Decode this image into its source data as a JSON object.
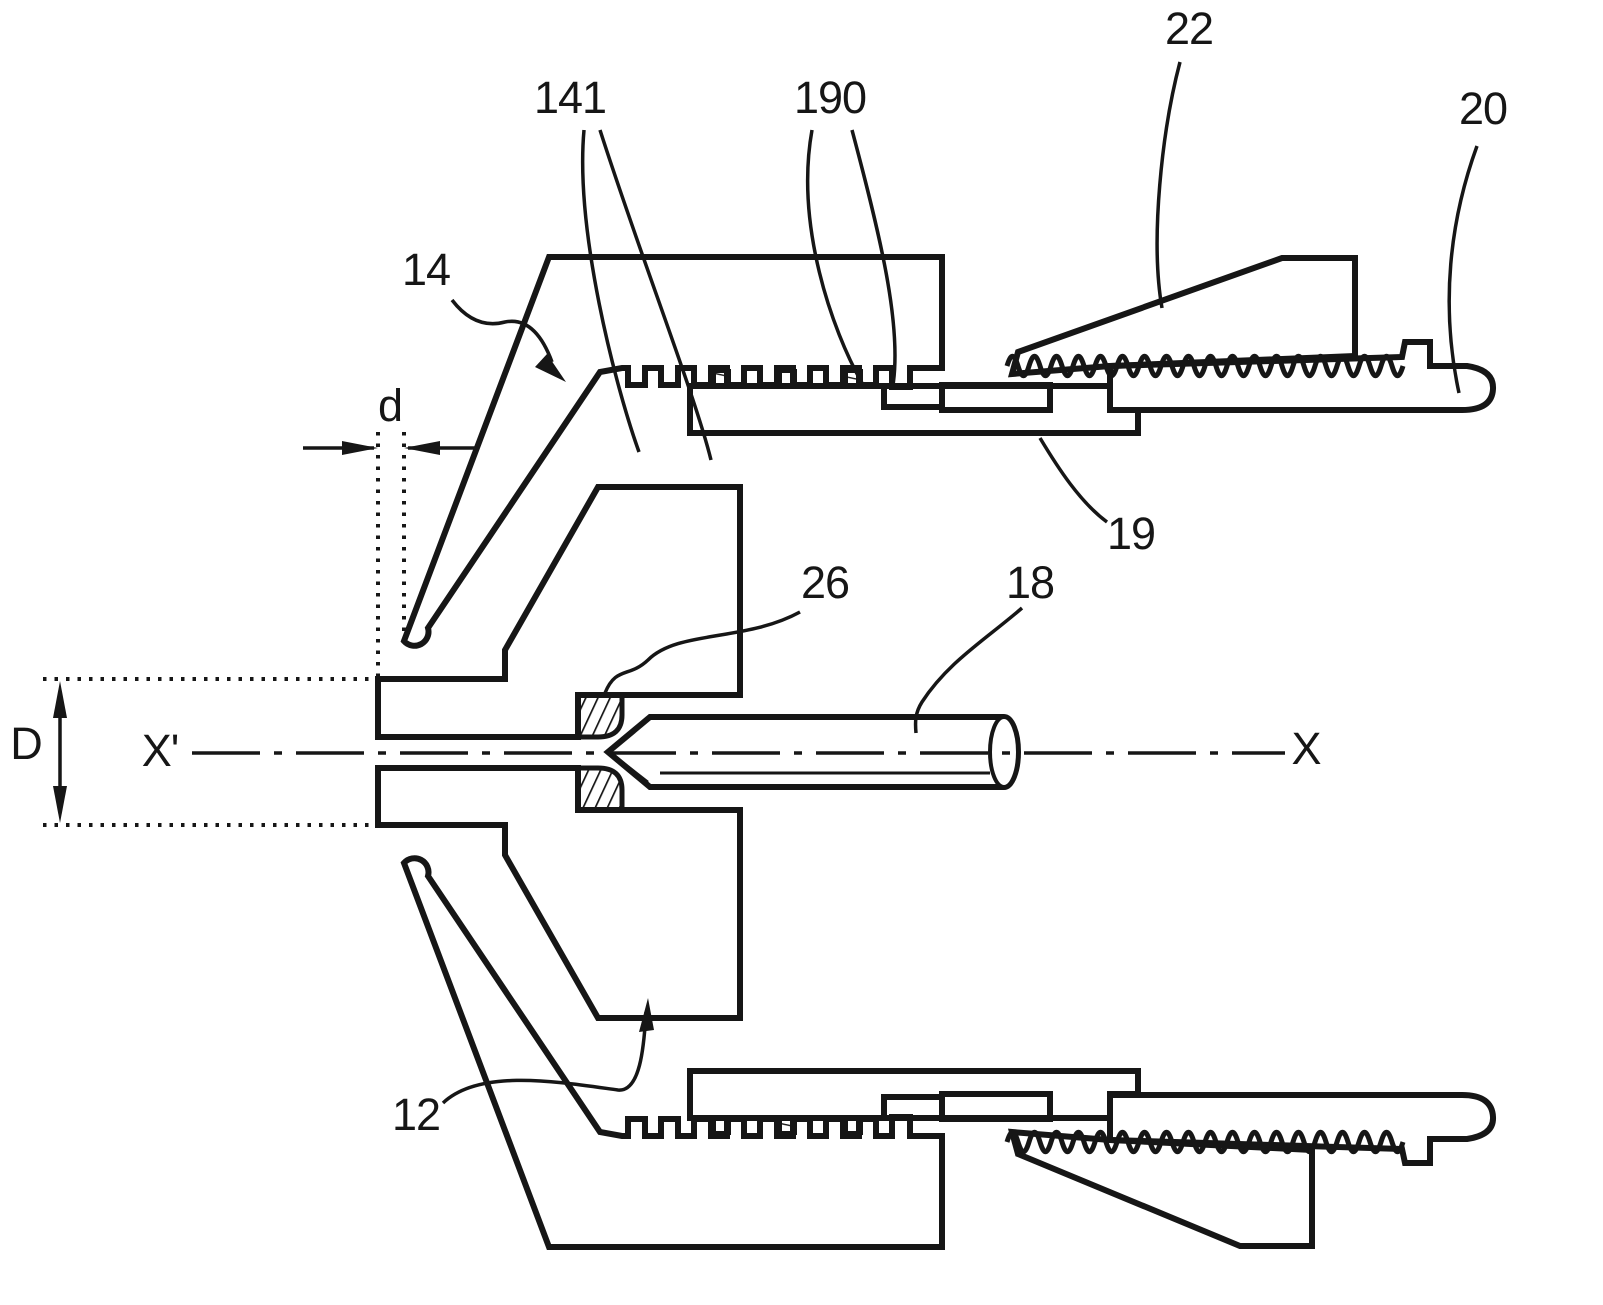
{
  "colors": {
    "background": "#ffffff",
    "ink": "#161616"
  },
  "labels": {
    "n141": "141",
    "n190": "190",
    "n22": "22",
    "n20": "20",
    "n14": "14",
    "n19": "19",
    "n26": "26",
    "n18": "18",
    "n12": "12",
    "dim_large": "D",
    "dim_small": "d",
    "axis_left": "X'",
    "axis_right": "X"
  }
}
